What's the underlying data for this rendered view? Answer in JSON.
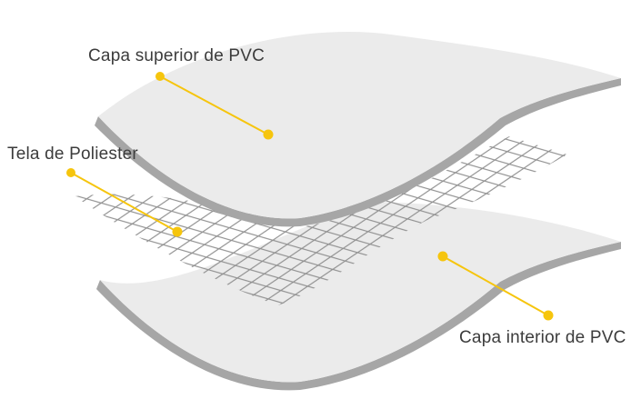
{
  "diagram": {
    "labels": {
      "top_layer": "Capa superior de PVC",
      "mesh_layer": "Tela de Poliester",
      "bottom_layer": "Capa interior de PVC"
    },
    "colors": {
      "accent": "#F6C50D",
      "sheet_fill": "#EBEBEB",
      "sheet_edge": "#A6A6A6",
      "mesh_line": "#8E8E8E",
      "text": "#3C3C3C",
      "background": "#FFFFFF"
    }
  }
}
